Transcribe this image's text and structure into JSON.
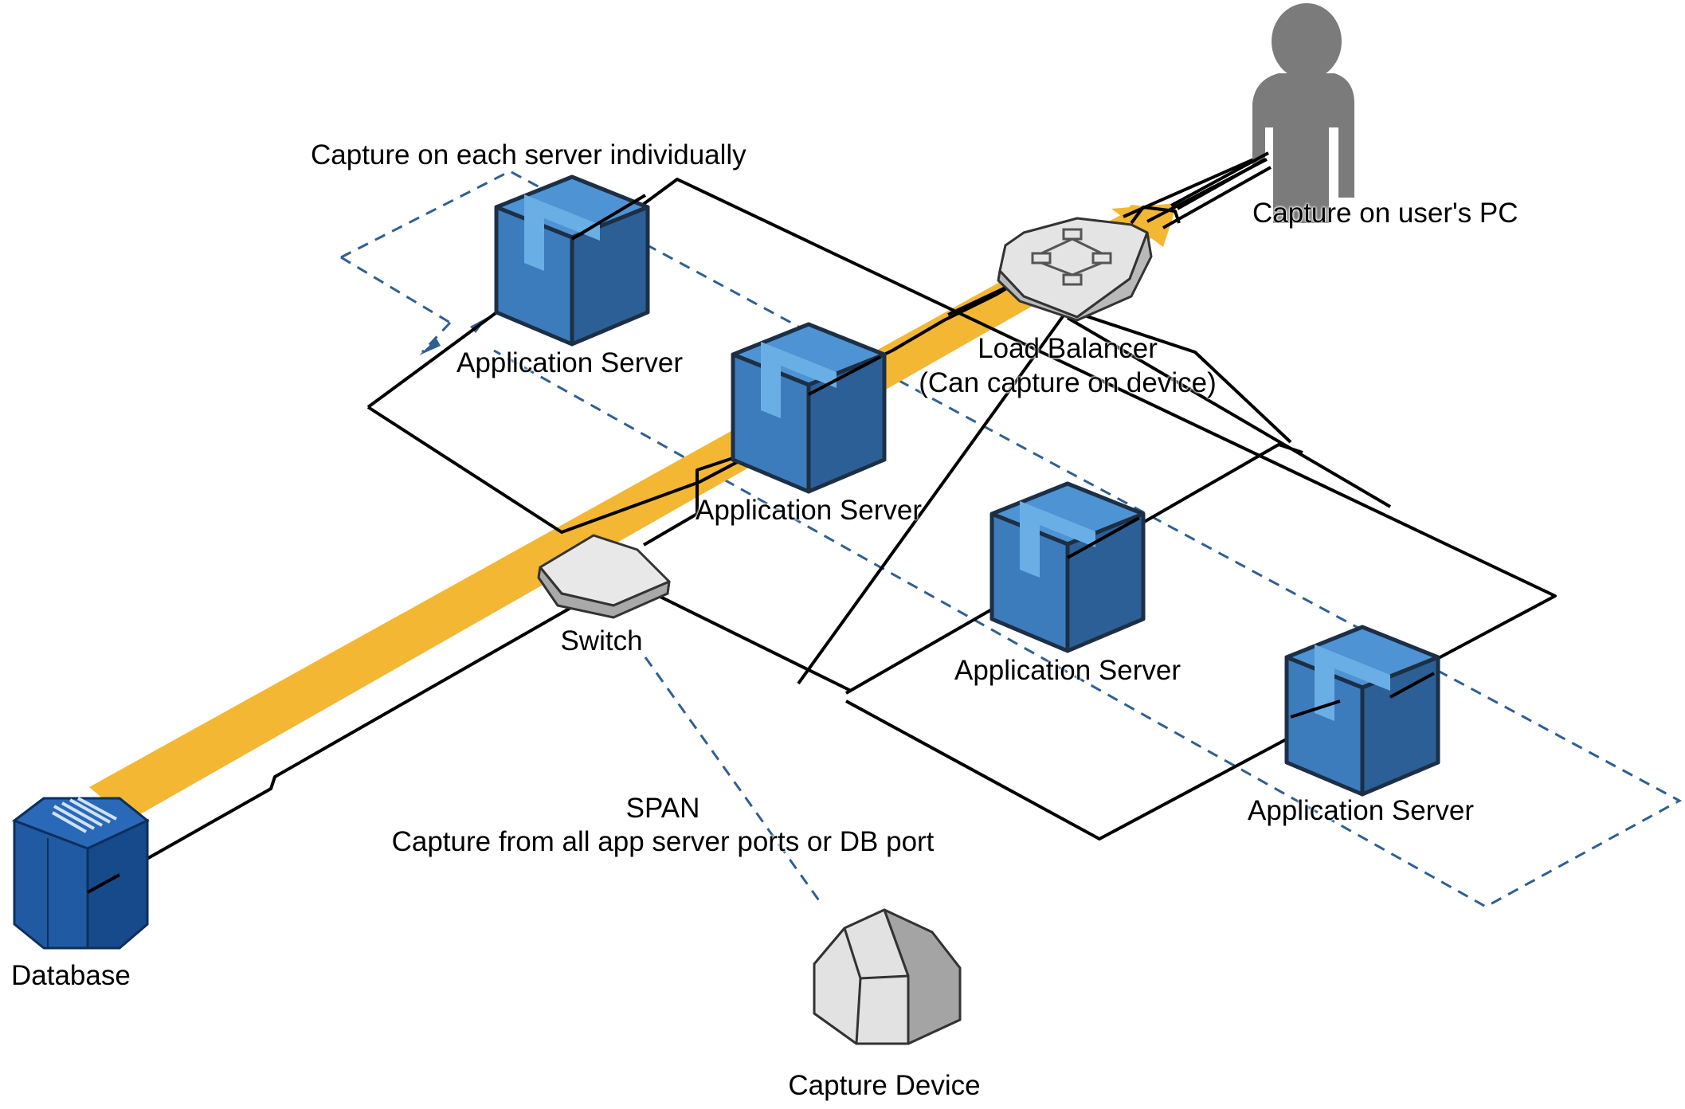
{
  "labels": {
    "capture_each": "Capture on each server individually",
    "capture_pc": "Capture on user's PC",
    "app_server_1": "Application Server",
    "app_server_2": "Application Server",
    "app_server_3": "Application Server",
    "app_server_4": "Application Server",
    "load_balancer": "Load Balancer",
    "load_balancer_note": "(Can capture on device)",
    "switch": "Switch",
    "span_title": "SPAN",
    "span_desc": "Capture from all app server ports or DB port",
    "database": "Database",
    "capture_device": "Capture Device"
  },
  "colors": {
    "traffic_path": "#f3b733",
    "server_front": "#3c7cbd",
    "server_side": "#2c5f96",
    "server_top": "#4e93d3",
    "server_tape": "#6aaee6",
    "database": "#1f5aa3",
    "dashed_outline": "#2f5f93",
    "user_icon": "#7b7b7b",
    "device_gray": "#d6d6d6"
  },
  "icons": {
    "user": "user-silhouette-icon",
    "server": "application-server-icon",
    "load_balancer": "load-balancer-icon",
    "switch": "network-switch-icon",
    "database": "database-icon",
    "capture_device": "capture-device-icon"
  }
}
